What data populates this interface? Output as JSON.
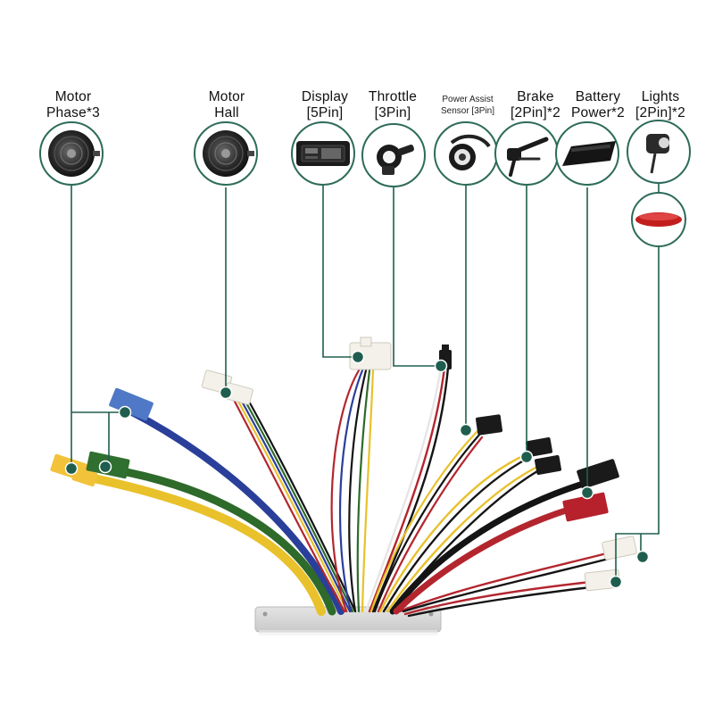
{
  "diagram": {
    "colors": {
      "leader": "#1f5e4e",
      "node": "#1f5e4e",
      "ring": "#2d6b5a",
      "wire_yellow": "#e9c12a",
      "wire_green": "#2e6a2a",
      "wire_blue": "#2a3f9a",
      "wire_red": "#b3262e",
      "wire_black": "#141414",
      "wire_white": "#e6e6e6",
      "connector_yellow": "#f2c23a",
      "connector_green": "#2f6f2f",
      "connector_blue": "#4f78c6",
      "connector_red": "#b6212c",
      "connector_black": "#1a1a1a",
      "connector_white": "#f3f1ea"
    },
    "components": [
      {
        "id": "motor-phase",
        "label_line1": "Motor",
        "label_line2": "Phase*3",
        "icon": "hub-motor-icon"
      },
      {
        "id": "motor-hall",
        "label_line1": "Motor",
        "label_line2": "Hall",
        "icon": "hub-motor-icon"
      },
      {
        "id": "display",
        "label_line1": "Display",
        "label_line2": "[5Pin]",
        "icon": "lcd-display-icon"
      },
      {
        "id": "throttle",
        "label_line1": "Throttle",
        "label_line2": "[3Pin]",
        "icon": "thumb-throttle-icon"
      },
      {
        "id": "pas",
        "label_line1": "Power Assist",
        "label_line2": "Sensor [3Pin]",
        "icon": "pas-sensor-icon"
      },
      {
        "id": "brake",
        "label_line1": "Brake",
        "label_line2": "[2Pin]*2",
        "icon": "brake-lever-icon"
      },
      {
        "id": "battery",
        "label_line1": "Battery",
        "label_line2": "Power*2",
        "icon": "battery-pack-icon"
      },
      {
        "id": "lights",
        "label_line1": "Lights",
        "label_line2": "[2Pin]*2",
        "icon": "headlight-icon",
        "icon2": "tail-light-icon"
      }
    ]
  }
}
